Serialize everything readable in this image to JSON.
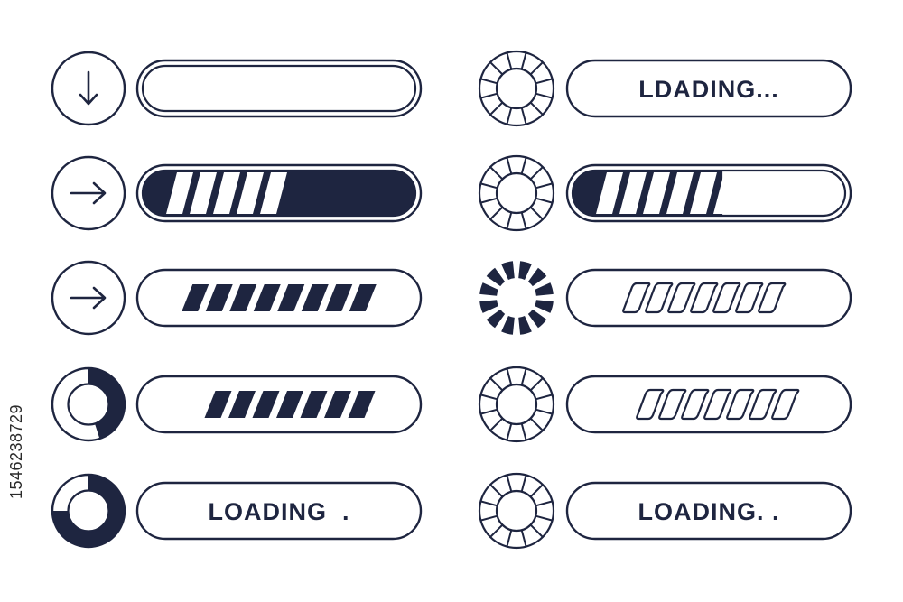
{
  "colors": {
    "ink": "#1e2540",
    "background": "#ffffff"
  },
  "stock_id": "1546238729",
  "left_column": [
    {
      "icon": "arrow-down-icon",
      "bar": "empty",
      "progress": 0
    },
    {
      "icon": "arrow-right-icon",
      "bar": "solid-stripes-outlined",
      "progress": 1.0,
      "stripes": 5
    },
    {
      "icon": "arrow-right-icon",
      "bar": "stripes",
      "stripes": 8
    },
    {
      "icon": "ring-progress-icon",
      "bar": "stripes",
      "stripes": 7,
      "ring_progress": 0.45
    },
    {
      "icon": "ring-progress-icon",
      "bar": "text",
      "ring_progress": 0.75,
      "text": "LOADING  ."
    }
  ],
  "right_column": [
    {
      "icon": "segmented-wheel-icon",
      "bar": "text",
      "text": "LDADING..."
    },
    {
      "icon": "segmented-wheel-icon",
      "bar": "solid-stripes-outlined",
      "progress": 0.55,
      "stripes": 6
    },
    {
      "icon": "segmented-wheel-filled-icon",
      "bar": "outline-stripes",
      "stripes": 7
    },
    {
      "icon": "segmented-wheel-icon",
      "bar": "outline-stripes",
      "stripes": 7
    },
    {
      "icon": "segmented-wheel-icon",
      "bar": "text",
      "text": "LOADING. ."
    }
  ]
}
